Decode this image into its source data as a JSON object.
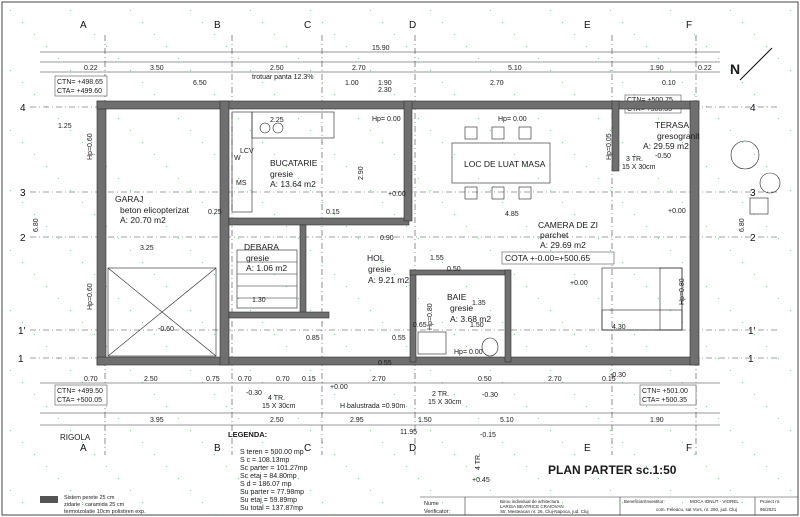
{
  "title": "PLAN PARTER sc.1:50",
  "axis_letters": [
    "A",
    "B",
    "C",
    "D",
    "E",
    "F"
  ],
  "axis_numbers": [
    "4",
    "3",
    "2",
    "1'",
    "1"
  ],
  "rooms": {
    "garaj": {
      "name": "GARAJ",
      "finish": "beton elicopterizat",
      "area": "A: 20.70 m2"
    },
    "bucatarie": {
      "name": "BUCATARIE",
      "finish": "gresie",
      "area": "A: 13.64 m2"
    },
    "loc_masa": {
      "name": "LOC DE LUAT MASA"
    },
    "camera": {
      "name": "CAMERA DE ZI",
      "finish": "parchet",
      "area": "A: 29.69 m2"
    },
    "terasa": {
      "name": "TERASA",
      "finish": "gresogranit",
      "area": "A: 29.59 m2"
    },
    "debara": {
      "name": "DEBARA",
      "finish": "gresie",
      "area": "A: 1.06 m2"
    },
    "hol": {
      "name": "HOL",
      "finish": "gresie",
      "area": "A: 9.21 m2"
    },
    "baie": {
      "name": "BAIE",
      "finish": "gresie",
      "area": "A: 3.68 m2"
    }
  },
  "cota": "COTA +-0.00=+500.65",
  "trotuar": "trotuar panta 12.3%",
  "balustrada": "H balustrada =0.90m",
  "rigola": "RIGOLA",
  "legenda_title": "LEGENDA:",
  "legend_stats": [
    "S teren = 500.00 mp",
    "S c = 108.13mp",
    "Sc parter = 101.27mp",
    "Sc etaj = 84.80mp",
    "S d = 186.07 mp",
    "Su parter = 77.98mp",
    "Su etaj = 59.89mp",
    "Su total = 137.87mp"
  ],
  "legend_wall": [
    "Sistem perete 25 cm",
    "zidarie - caramida 25 cm",
    "termoizolatie 10cm polistiren exp."
  ],
  "titleblock": {
    "nume": "Nume",
    "verificator": "Verificator:",
    "firm": [
      "Birou individual de arhitectura",
      "LARISA BEATRICE CRAIOVAN",
      "Str. Mesteacan nr. 26, Cluj-Napoca, jud. Cluj"
    ],
    "beneficiar": "Beneficiar/Investitor:",
    "client": "MOCA IONUT - VIOREL",
    "locatie": "com. Feleacu, sat Vors, nr. 250, jud. Cluj",
    "proiect": "Proiect nr.",
    "proiect_nr": "96/2021"
  },
  "cta_tags": {
    "tl": [
      "CTN= +498.65",
      "CTA= +499.60"
    ],
    "tr": [
      "CTN= +500.75",
      "CTA= +500.35"
    ],
    "bl": [
      "CTN= +499.50",
      "CTA= +500.05"
    ],
    "br": [
      "CTN= +501.00",
      "CTA= +500.35"
    ]
  },
  "levels": {
    "hp_garaj1": "Hp=0.60",
    "hp_garaj2": "Hp=0.60",
    "hp_masa1": "Hp= 0.00",
    "hp_masa2": "Hp= 0.00",
    "hp_terasa": "Hp=0.05",
    "hp_camera": "Hp=0.80",
    "hp_baie1": "Hp= 0.00",
    "hp_baie2": "Hp=0.80",
    "lev1": "+0.00",
    "lev2": "+0.00",
    "lev3": "+0.00",
    "lev4": "-0.60",
    "lev5": "-0.30",
    "lev6": "-0.30",
    "lev7": "-0.15",
    "lev8": "-0.30",
    "lev9": "-0.50",
    "lev10": "+0.00",
    "lev11": "+0.45"
  },
  "stairs": [
    "4 TR.",
    "15 X 30cm",
    "2 TR.",
    "15 X 30cm",
    "3 TR.",
    "15 X 30cm",
    "4 TR."
  ],
  "dims_top": [
    "3.50",
    "2.50",
    "2.70",
    "5.10",
    "1.90",
    "0.22",
    "0.22"
  ],
  "dims_top2": [
    "6.50",
    "1.00",
    "1.90",
    "2.30",
    "2.70",
    "0.10"
  ],
  "total_width": "15.90",
  "dims_bottom": [
    "0.70",
    "2.50",
    "0.75",
    "0.70",
    "0.70",
    "0.15",
    "2.70",
    "0.50",
    "2.70",
    "0.15"
  ],
  "dims_bottom2": [
    "3.95",
    "2.50",
    "2.95",
    "1.50",
    "5.10",
    "1.90"
  ],
  "total_bottom": "11.95",
  "dim_left_total": "6.80",
  "dim_right_total": "6.80",
  "misc_dims": [
    "2.25",
    "1.25",
    "4.85",
    "3.25",
    "4.30",
    "0.50",
    "0.90",
    "1.55",
    "1.30",
    "1.50",
    "0.65",
    "0.55",
    "0.25",
    "0.15",
    "2.90",
    "0.85",
    "0.55",
    "1.35"
  ],
  "small_labels": [
    "LCV",
    "MS",
    "W"
  ]
}
